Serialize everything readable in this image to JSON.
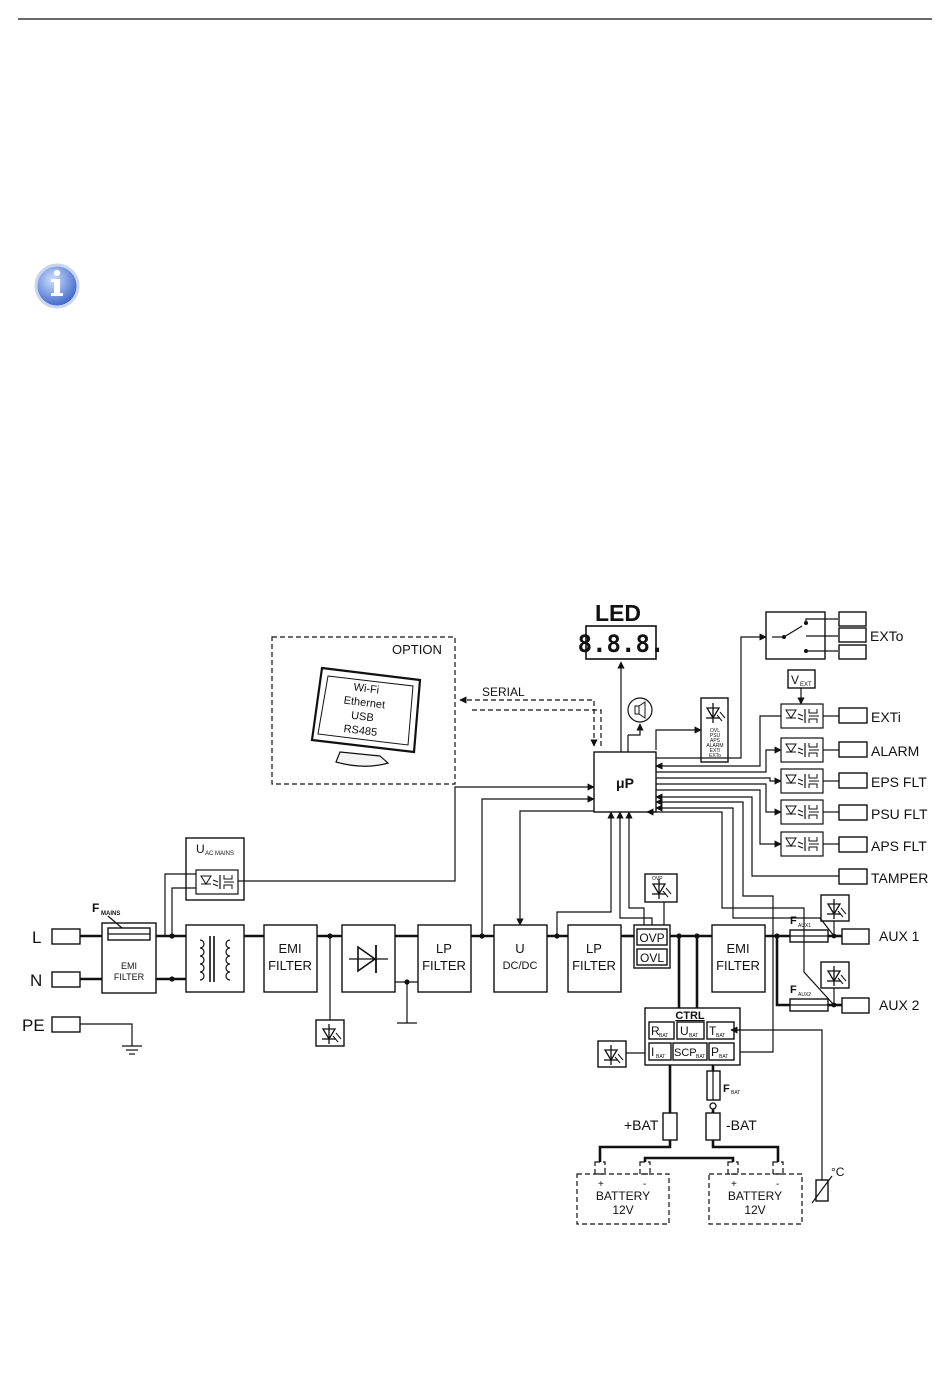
{
  "diagram": {
    "mains": {
      "fuse_main": "F",
      "fuse_sub": "MAINS",
      "emi_line1": "EMI",
      "emi_line2": "FILTER"
    },
    "terminals": {
      "l": "L",
      "n": "N",
      "pe": "PE"
    },
    "monitor": {
      "u_main": "U",
      "u_sub": "AC MAINS"
    },
    "chain": {
      "emi1_line1": "EMI",
      "emi1_line2": "FILTER",
      "lp1_line1": "LP",
      "lp1_line2": "FILTER",
      "dcdc_line1": "U",
      "dcdc_line2": "DC/DC",
      "lp2_line1": "LP",
      "lp2_line2": "FILTER",
      "ovp": "OVP",
      "ovl": "OVL",
      "emi2_line1": "EMI",
      "emi2_line2": "FILTER"
    },
    "option": {
      "title": "OPTION",
      "screen_lines": [
        "Wi-Fi",
        "Ethernet",
        "USB",
        "RS485"
      ],
      "serial": "SERIAL"
    },
    "led": {
      "title": "LED",
      "display": "8.8.8."
    },
    "mcu": {
      "label": "μP"
    },
    "status_panel": {
      "lines": [
        "OVL",
        "PSU",
        "APS",
        "ALARM",
        "EXTi",
        "EXTo"
      ]
    },
    "io": {
      "exto": "EXTo",
      "vext_main": "V",
      "vext_sub": "EXT",
      "exti": "EXTi",
      "alarm": "ALARM",
      "eps_flt": "EPS FLT",
      "psu_flt": "PSU FLT",
      "aps_flt": "APS FLT",
      "tamper": "TAMPER"
    },
    "outputs": {
      "faux1_main": "F",
      "faux1_sub": "AUX1",
      "aux1": "AUX 1",
      "faux2_main": "F",
      "faux2_sub": "AUX2",
      "aux2": "AUX 2"
    },
    "ctrl": {
      "title": "CTRL",
      "rbat_main": "R",
      "rbat_sub": "BAT",
      "ubat_main": "U",
      "ubat_sub": "BAT",
      "tbat_main": "T",
      "tbat_sub": "BAT",
      "ibat_main": "I",
      "ibat_sub": "BAT",
      "scp_main": "SCP",
      "scp_sub": "BAT",
      "pbat_main": "P",
      "pbat_sub": "BAT"
    },
    "battery": {
      "fbat_main": "F",
      "fbat_sub": "BAT",
      "plus_bat": "+BAT",
      "minus_bat": "-BAT",
      "bat1_line1": "BATTERY",
      "bat1_line2": "12V",
      "bat2_line1": "BATTERY",
      "bat2_line2": "12V",
      "temp": "°C",
      "plus": "+",
      "minus": "-"
    }
  }
}
